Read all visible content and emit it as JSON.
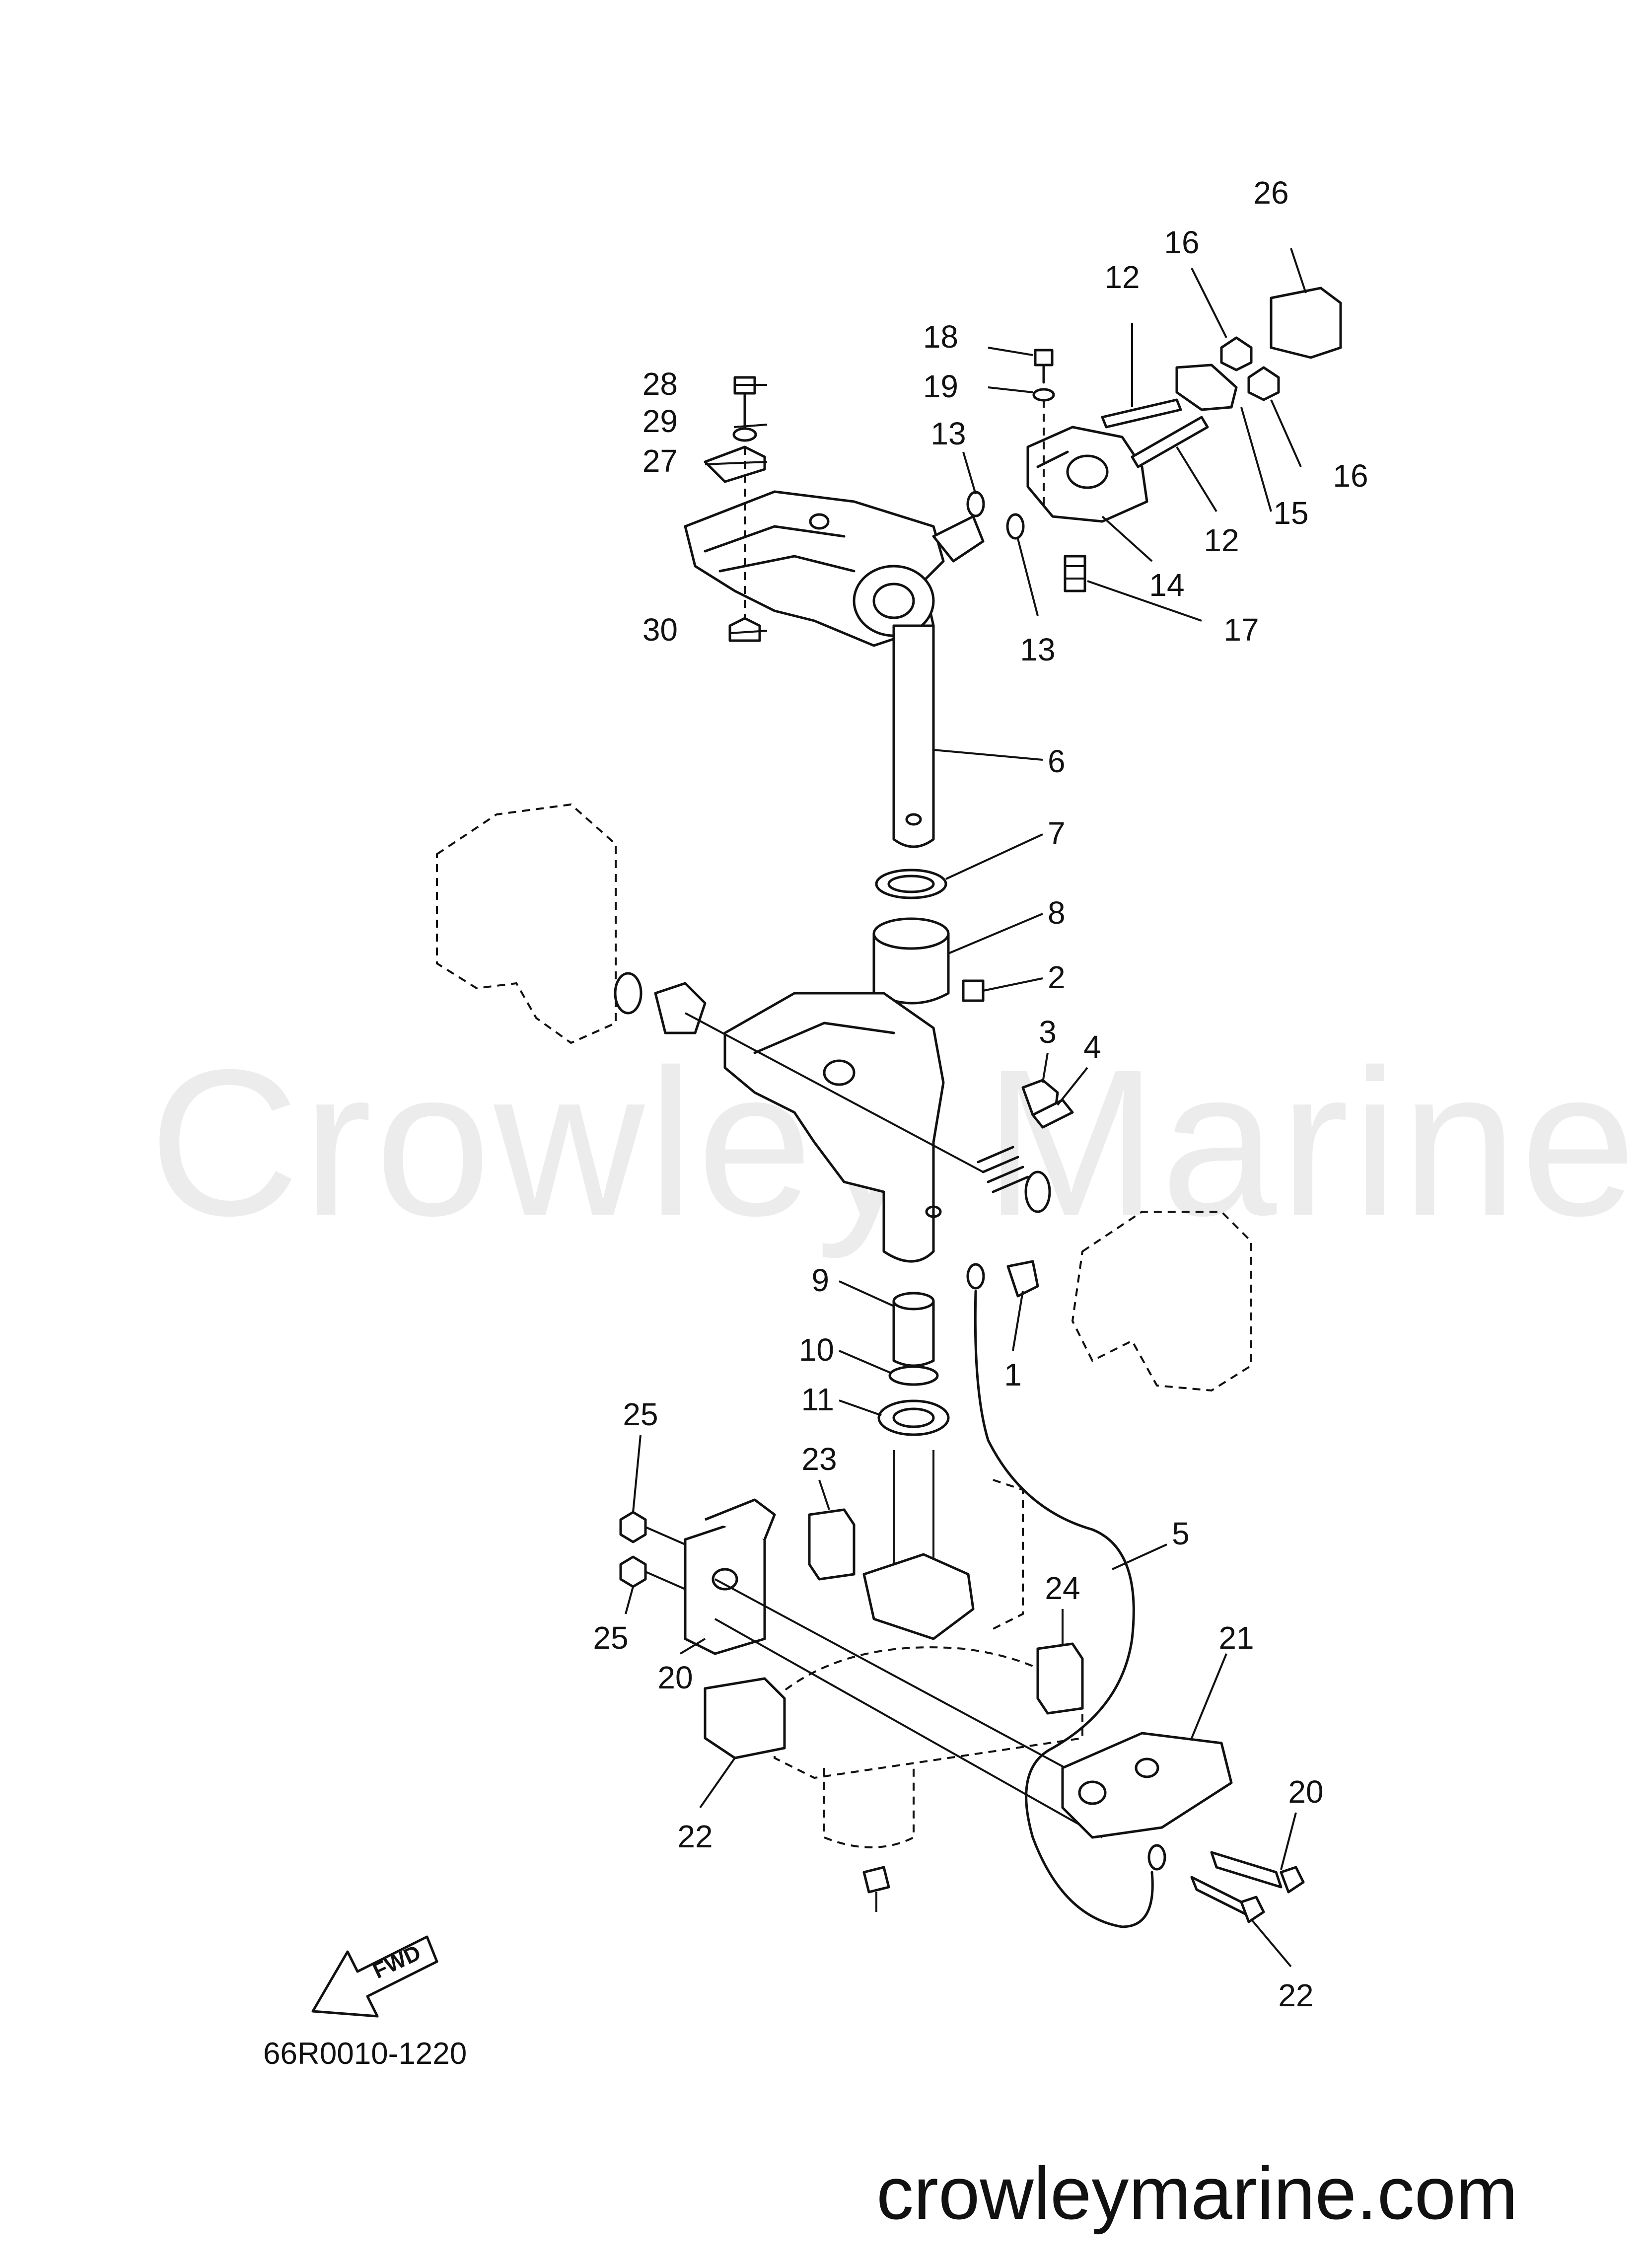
{
  "watermark": "Crowley Marine",
  "diagram_code": "66R0010-1220",
  "site": "crowleymarine.com",
  "fwd_label": "FWD",
  "callouts": [
    {
      "id": "c1",
      "label": "1"
    },
    {
      "id": "c2",
      "label": "2"
    },
    {
      "id": "c3",
      "label": "3"
    },
    {
      "id": "c4",
      "label": "4"
    },
    {
      "id": "c5",
      "label": "5"
    },
    {
      "id": "c6",
      "label": "6"
    },
    {
      "id": "c7",
      "label": "7"
    },
    {
      "id": "c8",
      "label": "8"
    },
    {
      "id": "c9",
      "label": "9"
    },
    {
      "id": "c10",
      "label": "10"
    },
    {
      "id": "c11",
      "label": "11"
    },
    {
      "id": "c12a",
      "label": "12"
    },
    {
      "id": "c12b",
      "label": "12"
    },
    {
      "id": "c13a",
      "label": "13"
    },
    {
      "id": "c13b",
      "label": "13"
    },
    {
      "id": "c14",
      "label": "14"
    },
    {
      "id": "c15",
      "label": "15"
    },
    {
      "id": "c16a",
      "label": "16"
    },
    {
      "id": "c16b",
      "label": "16"
    },
    {
      "id": "c17",
      "label": "17"
    },
    {
      "id": "c18",
      "label": "18"
    },
    {
      "id": "c19",
      "label": "19"
    },
    {
      "id": "c20a",
      "label": "20"
    },
    {
      "id": "c20b",
      "label": "20"
    },
    {
      "id": "c21",
      "label": "21"
    },
    {
      "id": "c22a",
      "label": "22"
    },
    {
      "id": "c22b",
      "label": "22"
    },
    {
      "id": "c23",
      "label": "23"
    },
    {
      "id": "c24",
      "label": "24"
    },
    {
      "id": "c25a",
      "label": "25"
    },
    {
      "id": "c25b",
      "label": "25"
    },
    {
      "id": "c26",
      "label": "26"
    },
    {
      "id": "c27",
      "label": "27"
    },
    {
      "id": "c28",
      "label": "28"
    },
    {
      "id": "c29",
      "label": "29"
    },
    {
      "id": "c30",
      "label": "30"
    }
  ]
}
